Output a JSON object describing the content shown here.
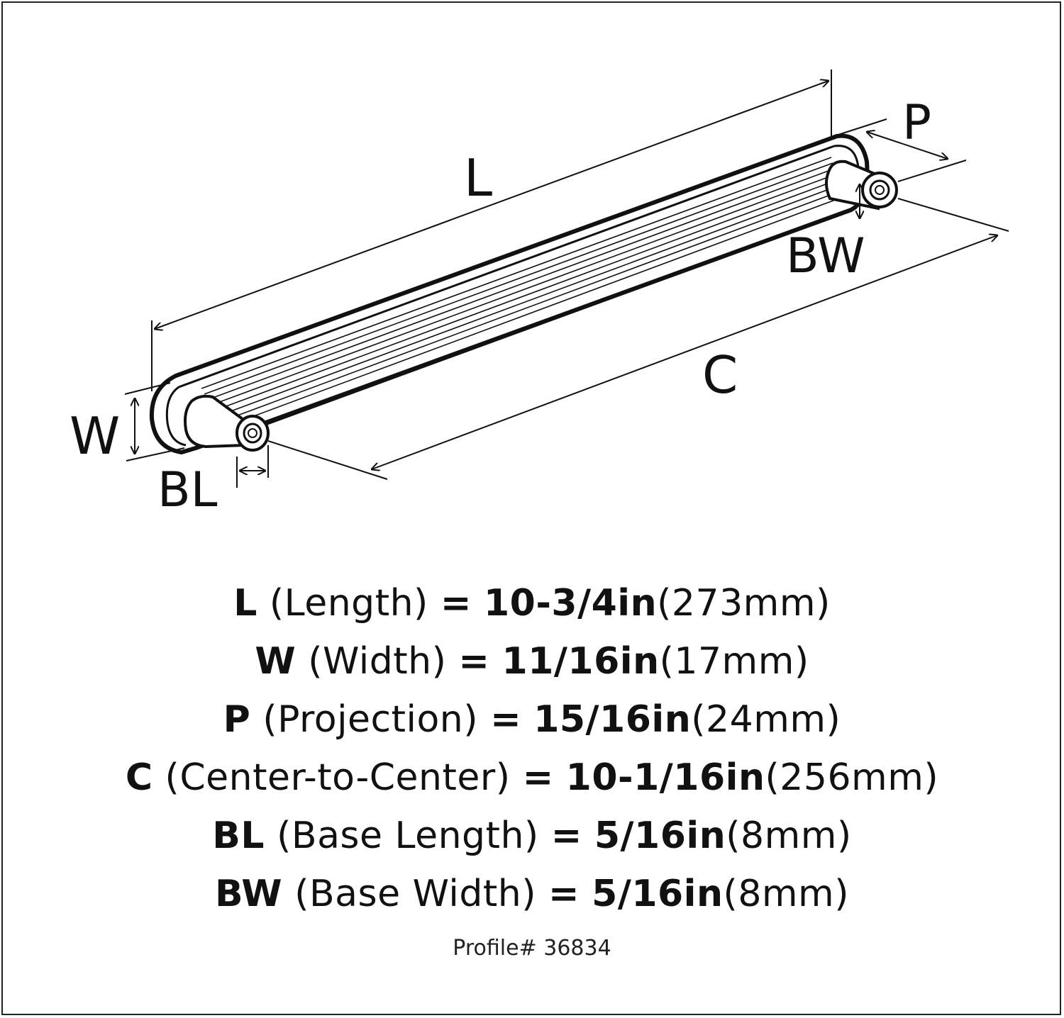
{
  "diagram": {
    "labels": {
      "L": "L",
      "P": "P",
      "BW": "BW",
      "C": "C",
      "W": "W",
      "BL": "BL"
    }
  },
  "specs": [
    {
      "key": "L",
      "desc": "(Length)",
      "eq": "=",
      "value": "10-3/4in",
      "metric": "(273mm)"
    },
    {
      "key": "W",
      "desc": "(Width)",
      "eq": "=",
      "value": "11/16in",
      "metric": "(17mm)"
    },
    {
      "key": "P",
      "desc": "(Projection)",
      "eq": "=",
      "value": "15/16in",
      "metric": "(24mm)"
    },
    {
      "key": "C",
      "desc": "(Center-to-Center)",
      "eq": "=",
      "value": "10-1/16in",
      "metric": "(256mm)"
    },
    {
      "key": "BL",
      "desc": "(Base Length)",
      "eq": "=",
      "value": "5/16in",
      "metric": "(8mm)"
    },
    {
      "key": "BW",
      "desc": "(Base Width)",
      "eq": "=",
      "value": "5/16in",
      "metric": "(8mm)"
    }
  ],
  "profile": "Profile# 36834"
}
